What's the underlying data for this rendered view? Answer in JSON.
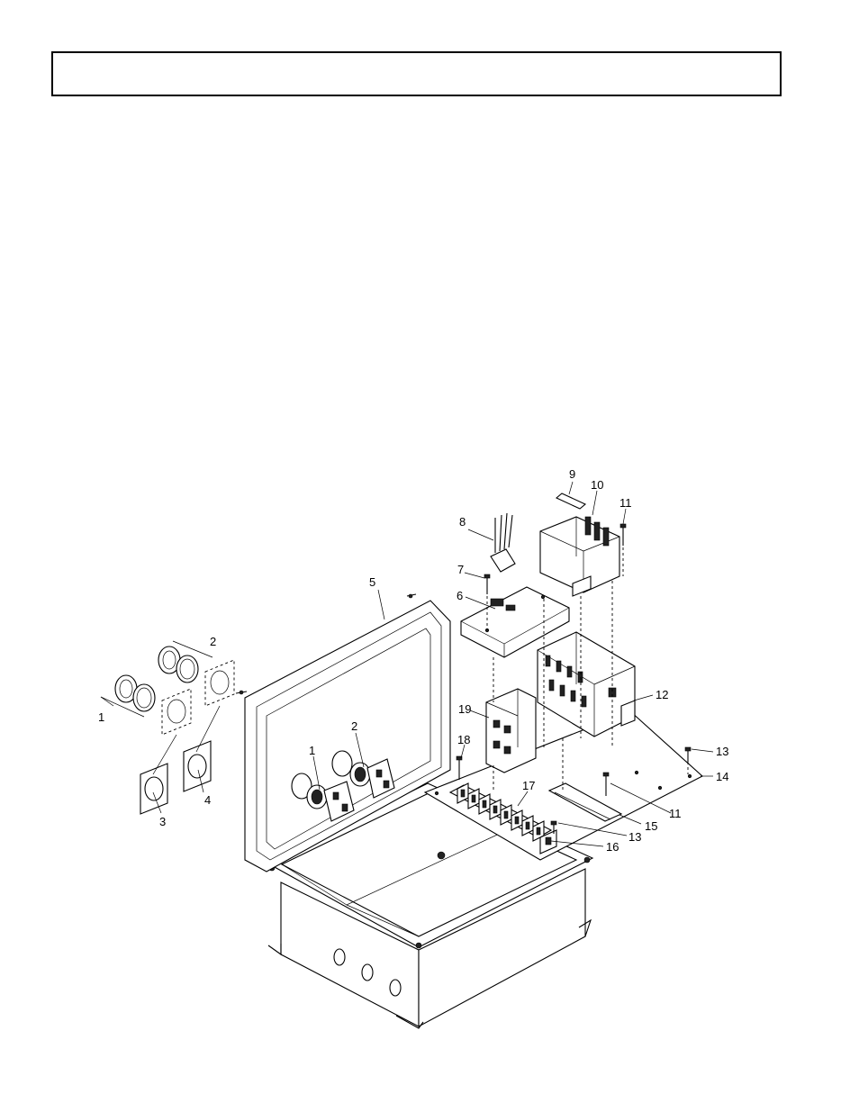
{
  "header": {
    "title": ""
  },
  "callouts": [
    {
      "id": "c1a",
      "label": "1"
    },
    {
      "id": "c2a",
      "label": "2"
    },
    {
      "id": "c3",
      "label": "3"
    },
    {
      "id": "c4",
      "label": "4"
    },
    {
      "id": "c5",
      "label": "5"
    },
    {
      "id": "c1b",
      "label": "1"
    },
    {
      "id": "c2b",
      "label": "2"
    },
    {
      "id": "c6",
      "label": "6"
    },
    {
      "id": "c7",
      "label": "7"
    },
    {
      "id": "c8",
      "label": "8"
    },
    {
      "id": "c9",
      "label": "9"
    },
    {
      "id": "c10",
      "label": "10"
    },
    {
      "id": "c11a",
      "label": "11"
    },
    {
      "id": "c12",
      "label": "12"
    },
    {
      "id": "c13a",
      "label": "13"
    },
    {
      "id": "c14",
      "label": "14"
    },
    {
      "id": "c11b",
      "label": "11"
    },
    {
      "id": "c15",
      "label": "15"
    },
    {
      "id": "c13b",
      "label": "13"
    },
    {
      "id": "c16",
      "label": "16"
    },
    {
      "id": "c17",
      "label": "17"
    },
    {
      "id": "c18",
      "label": "18"
    },
    {
      "id": "c19",
      "label": "19"
    }
  ]
}
